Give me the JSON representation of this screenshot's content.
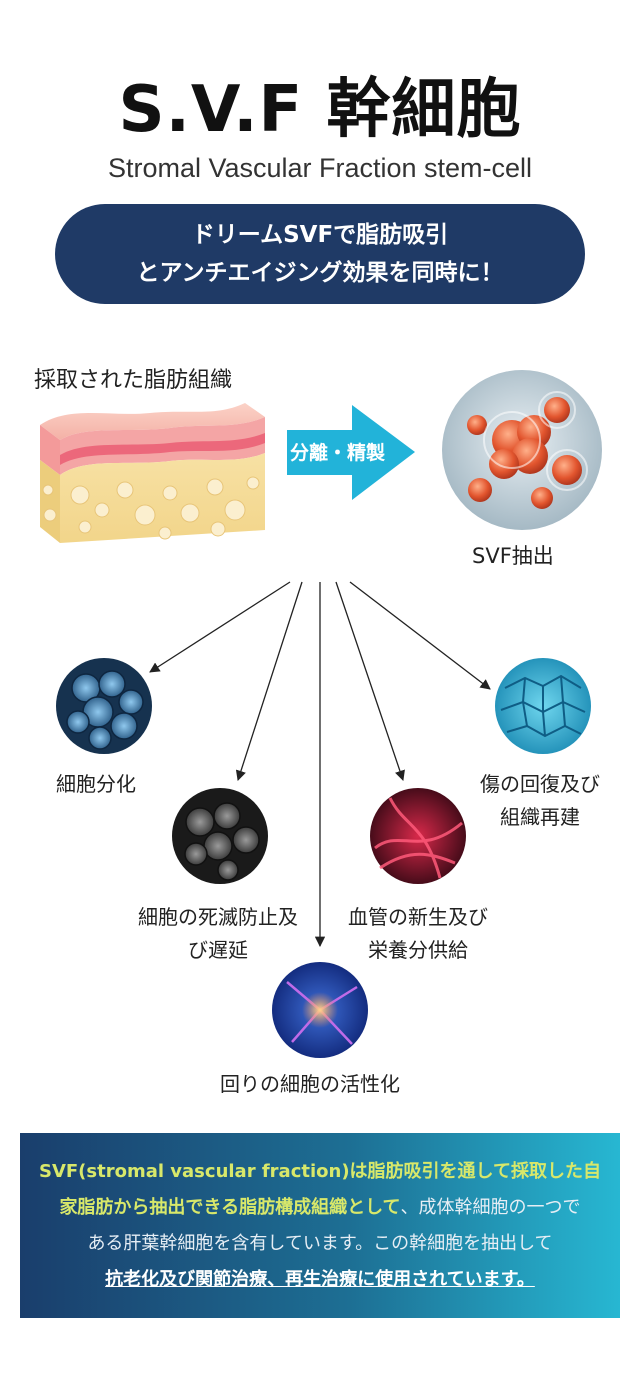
{
  "title": "S.V.F 幹細胞",
  "subtitle": "Stromal Vascular Fraction stem-cell",
  "banner": {
    "line1": "ドリームSVFで脂肪吸引",
    "line2": "とアンチエイジング効果を同時に！"
  },
  "fat_tissue_label": "採取された脂肪組織",
  "process_arrow_label": "分離・精製",
  "svf_label": "SVF抽出",
  "benefits": {
    "differentiation": "細胞分化",
    "anti_death_line1": "細胞の死滅防止及",
    "anti_death_line2": "び遅延",
    "angiogenesis_line1": "血管の新生及び",
    "angiogenesis_line2": "栄養分供給",
    "wound_line1": "傷の回復及び",
    "wound_line2": "組織再建",
    "activation": "回りの細胞の活性化"
  },
  "description": {
    "line1_hl": "SVF(stromal vascular fraction)は脂肪吸引を通して採取した自",
    "line2_hl": "家脂肪から抽出できる脂肪構成組織として",
    "line2_rest": "、成体幹細胞の一つで",
    "line3": "ある肝葉幹細胞を含有しています。この幹細胞を抽出して",
    "line4_ul": "抗老化及び関節治療、再生治療に使用されています。"
  },
  "colors": {
    "banner_bg": "#1f3a66",
    "arrow": "#22b3d9",
    "highlight": "#d8e86a"
  }
}
